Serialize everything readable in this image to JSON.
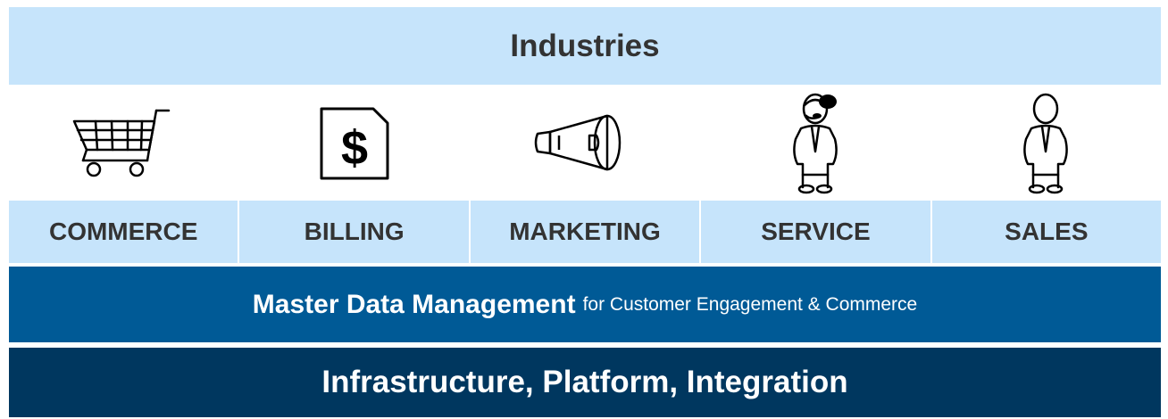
{
  "header": {
    "title": "Industries"
  },
  "modules": [
    {
      "label": "COMMERCE",
      "icon": "shopping-cart-icon"
    },
    {
      "label": "BILLING",
      "icon": "dollar-document-icon"
    },
    {
      "label": "MARKETING",
      "icon": "megaphone-icon"
    },
    {
      "label": "SERVICE",
      "icon": "agent-headset-icon"
    },
    {
      "label": "SALES",
      "icon": "salesperson-icon"
    }
  ],
  "mdm": {
    "title": "Master Data Management",
    "subtitle": "for Customer Engagement & Commerce"
  },
  "infrastructure": {
    "title": "Infrastructure, Platform, Integration"
  },
  "colors": {
    "light_band": "#c6e4fb",
    "mid_band": "#005a96",
    "dark_band": "#00375f",
    "text_dark": "#333333"
  }
}
